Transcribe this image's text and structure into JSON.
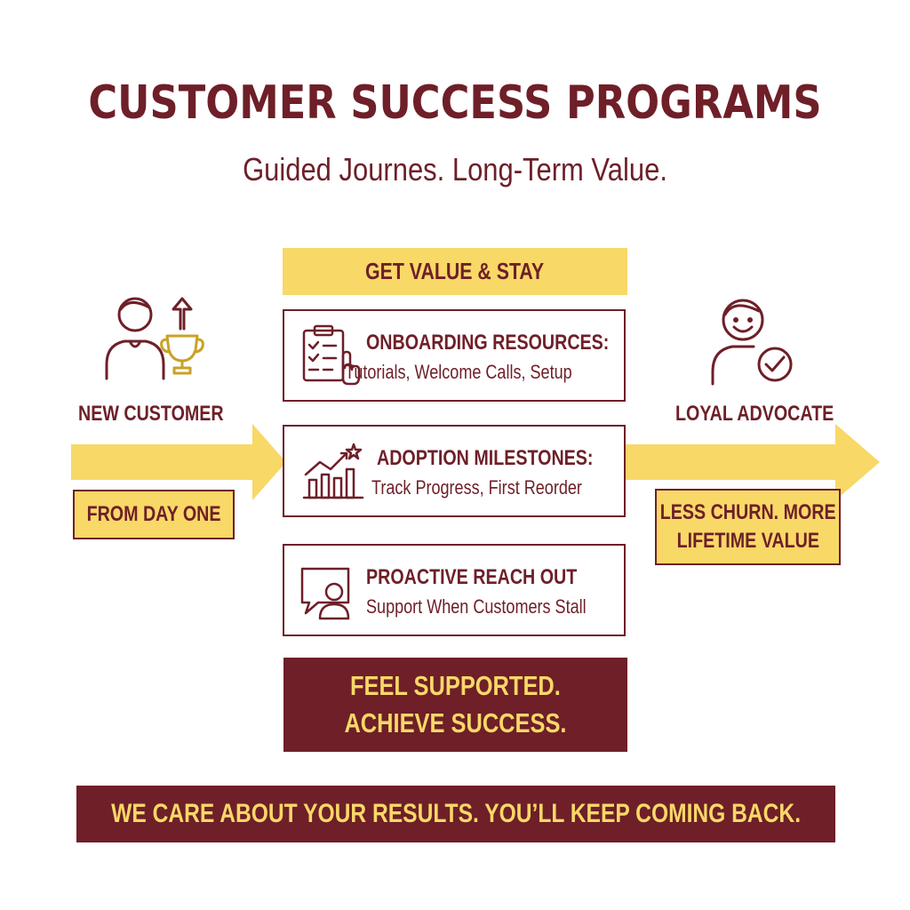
{
  "header": {
    "title": "CUSTOMER SUCCESS PROGRAMS",
    "subtitle": "Guided Journes. Long-Term Value."
  },
  "left": {
    "label": "NEW CUSTOMER",
    "badge": "FROM DAY ONE",
    "icons": [
      "person-icon",
      "trophy-icon",
      "arrow-up-icon"
    ]
  },
  "center": {
    "banner": "GET VALUE & STAY",
    "steps": [
      {
        "title": "ONBOARDING RESOURCES:",
        "desc": "Tutorials, Welcome Calls, Setup",
        "icon": "clipboard-checklist-icon"
      },
      {
        "title": "ADOPTION MILESTONES:",
        "desc": "Track Progress, First Reorder",
        "icon": "growth-chart-icon"
      },
      {
        "title": "PROACTIVE REACH OUT",
        "desc": "Support When Customers Stall",
        "icon": "chat-person-icon"
      }
    ],
    "tagline_line1": "FEEL SUPPORTED.",
    "tagline_line2": "ACHIEVE SUCCESS."
  },
  "right": {
    "label": "LOYAL ADVOCATE",
    "badge_line1": "LESS CHURN. MORE",
    "badge_line2": "LIFETIME VALUE",
    "icons": [
      "smiling-person-icon",
      "checkmark-icon"
    ]
  },
  "footer": {
    "text": "WE CARE ABOUT YOUR RESULTS. YOU’LL KEEP COMING BACK."
  },
  "colors": {
    "maroon": "#6e1f28",
    "yellow": "#f8d867",
    "background": "#ffffff"
  }
}
